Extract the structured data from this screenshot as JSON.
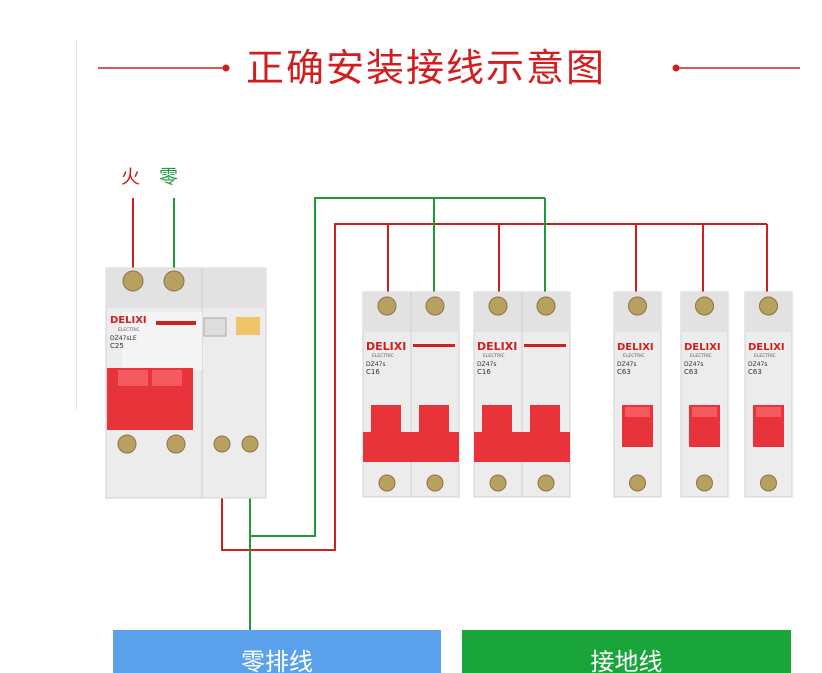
{
  "title": "正确安装接线示意图",
  "labels": {
    "live": "火",
    "neutral": "零"
  },
  "colors": {
    "live_wire": "#d21e1e",
    "neutral_wire": "#1f9a3a",
    "breaker_body": "#ececec",
    "handle": "#e8333b",
    "neutral_bar": "#5aa0ea",
    "ground_bar": "#1aa53a"
  },
  "main_breaker": {
    "brand": "DELIXI",
    "sub": "ELECTRIC",
    "model": "DZ47sLE",
    "rating": "C25"
  },
  "branch_breakers": [
    {
      "brand": "DELIXI",
      "sub": "ELECTRIC",
      "model": "DZ47s",
      "rating": "C16"
    },
    {
      "brand": "DELIXI",
      "sub": "ELECTRIC",
      "model": "DZ47s",
      "rating": "C16"
    },
    {
      "brand": "DELIXI",
      "sub": "ELECTRIC",
      "model": "DZ47s",
      "rating": "C63"
    },
    {
      "brand": "DELIXI",
      "sub": "ELECTRIC",
      "model": "DZ47s",
      "rating": "C63"
    },
    {
      "brand": "DELIXI",
      "sub": "ELECTRIC",
      "model": "DZ47s",
      "rating": "C63"
    }
  ],
  "bars": {
    "neutral_bar": "零排线",
    "ground_bar": "接地线"
  }
}
